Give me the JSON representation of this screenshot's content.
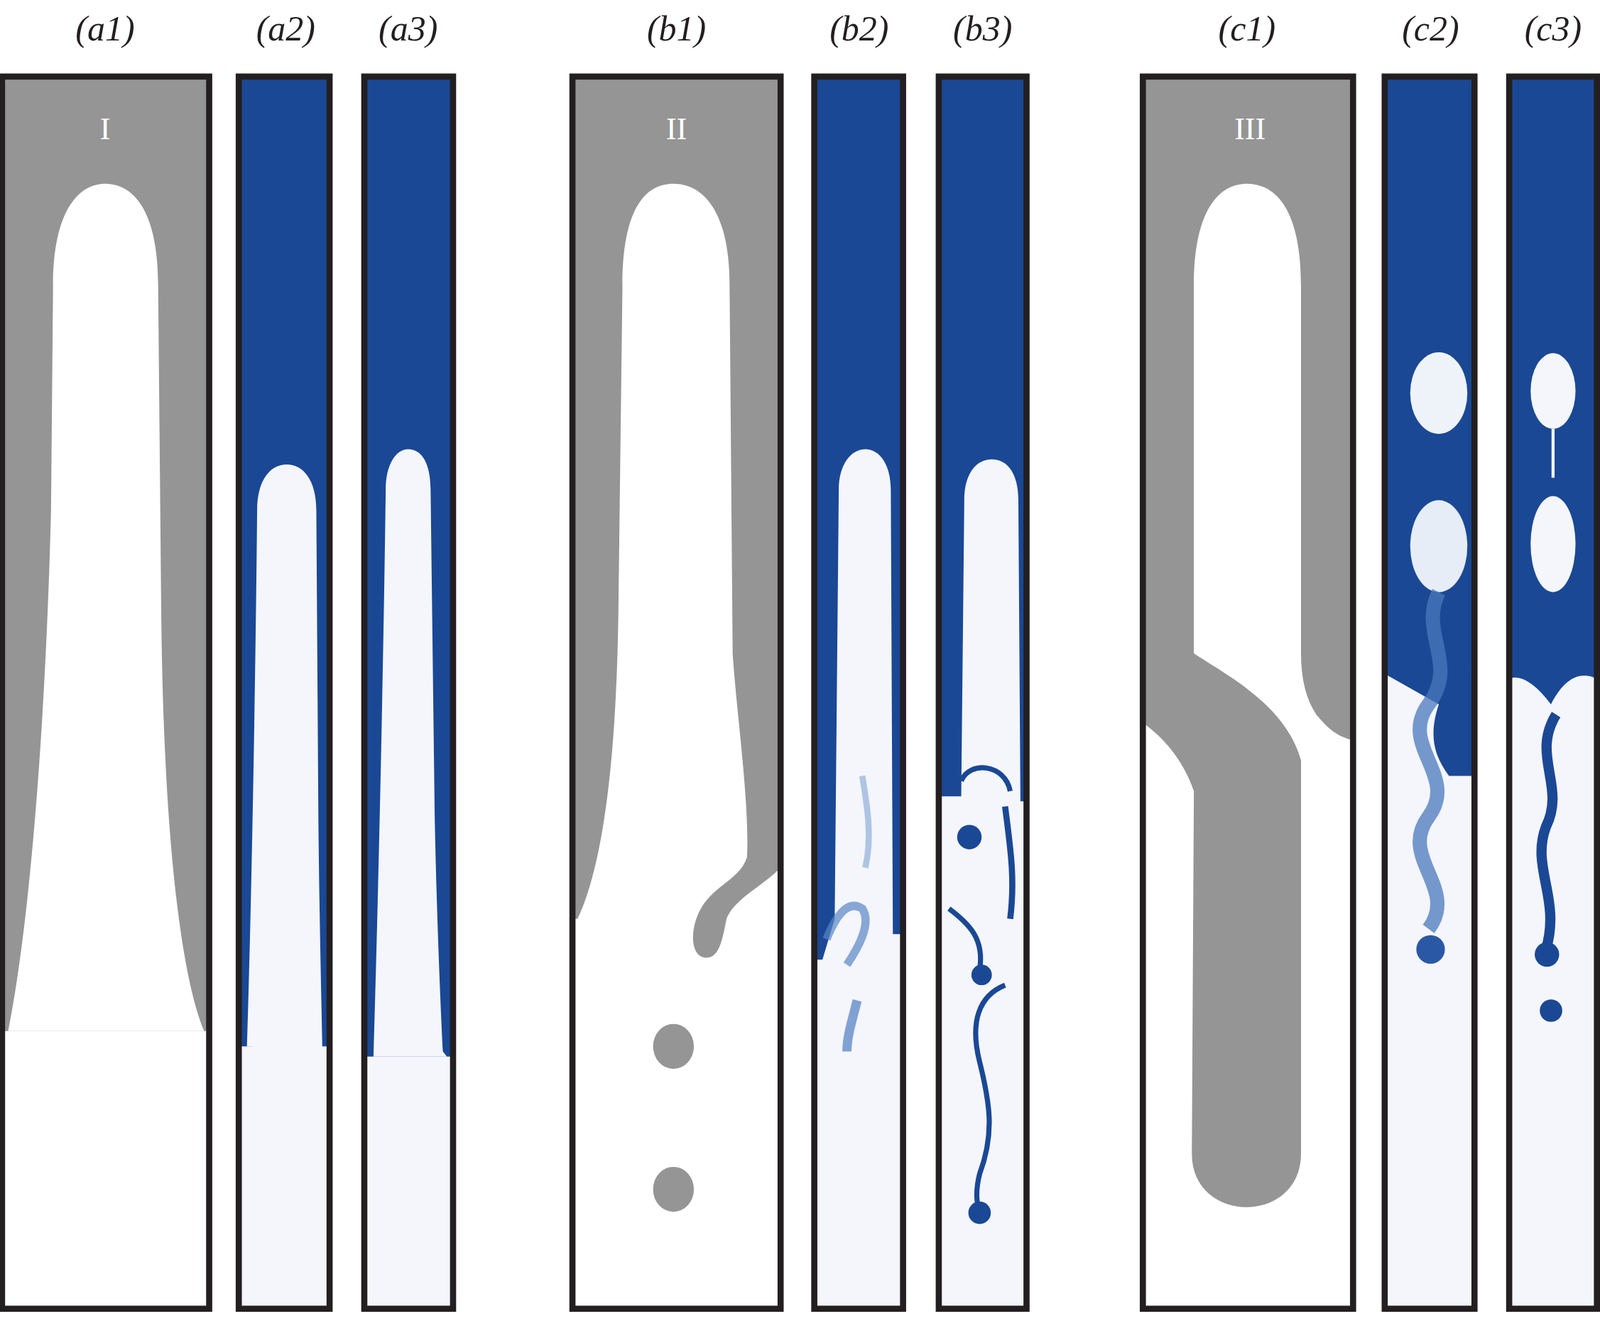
{
  "diagram": {
    "labels": [
      "(a1)",
      "(a2)",
      "(a3)",
      "(b1)",
      "(b2)",
      "(b3)",
      "(c1)",
      "(c2)",
      "(c3)",
      "I",
      "II",
      "III"
    ]
  }
}
